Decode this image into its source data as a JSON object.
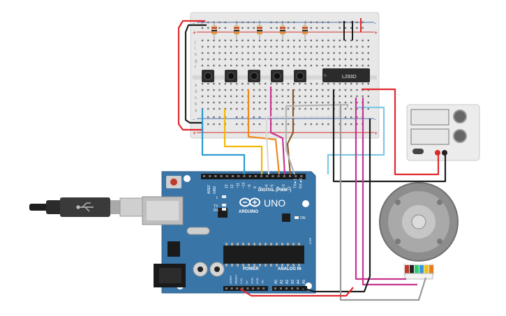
{
  "board": {
    "logo": "UNO",
    "brand": "ARDUINO",
    "digital_header": "DIGITAL (PWM~)",
    "aref": "AREF",
    "gnd": "GND",
    "power_label": "POWER",
    "analog_label": "ANALOG IN",
    "on_label": "ON",
    "l_label": "L",
    "tx_label": "TX",
    "rx_label": "RX",
    "icsp_label": "ICSP",
    "power_pins": [
      "IOREF",
      "RESET",
      "3.3V",
      "5V",
      "GND",
      "GND",
      "Vin"
    ],
    "analog_pins": [
      "A0",
      "A1",
      "A2",
      "A3",
      "A4",
      "A5"
    ],
    "digital_pins": [
      "13",
      "12",
      "~11",
      "~10",
      "~9",
      "8",
      "7",
      "~6",
      "~5",
      "4",
      "~3",
      "2",
      "TX►1",
      "RX◄0"
    ]
  },
  "breadboard": {
    "row_letters_top": [
      "j",
      "i",
      "h",
      "g",
      "f"
    ],
    "row_letters_bottom": [
      "e",
      "d",
      "c",
      "b",
      "a"
    ],
    "ic_label": "L293D"
  },
  "colors": {
    "wire_red": "#e0282e",
    "wire_black": "#1c1c1c",
    "wire_blue": "#2b9bd3",
    "wire_yellow": "#f2b705",
    "wire_orange": "#ee8a1a",
    "wire_magenta": "#c8348f",
    "wire_brown": "#8a5a2b",
    "wire_white": "#d8d8d8",
    "wire_gray": "#9a9a9a",
    "wire_light_blue": "#7ec9e6",
    "board_blue": "#3a75a7"
  }
}
